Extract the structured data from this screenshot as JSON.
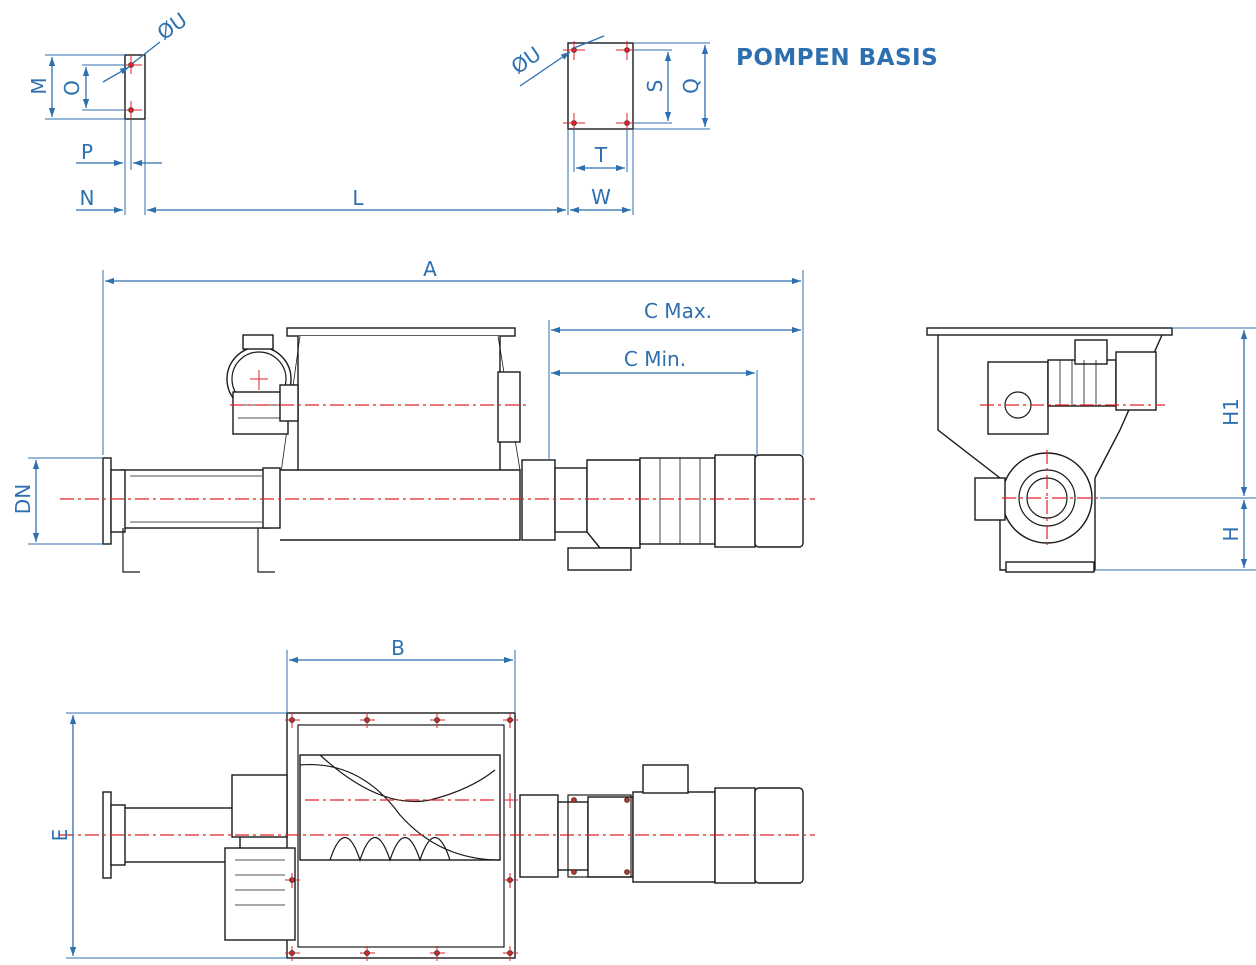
{
  "title": "POMPEN BASIS",
  "colors": {
    "dimension": "#2d6faf",
    "title": "#2d6faf",
    "centerline": "#e0202a",
    "outline": "#1a1a1a"
  },
  "dimensions": {
    "M": "M",
    "O": "O",
    "U_left": "ØU",
    "P": "P",
    "N": "N",
    "L": "L",
    "U_right": "ØU",
    "S": "S",
    "Q": "Q",
    "T": "T",
    "W": "W",
    "A": "A",
    "C_max": "C Max.",
    "C_min": "C Min.",
    "DN": "DN",
    "H1": "H1",
    "H": "H",
    "B": "B",
    "E": "E"
  }
}
